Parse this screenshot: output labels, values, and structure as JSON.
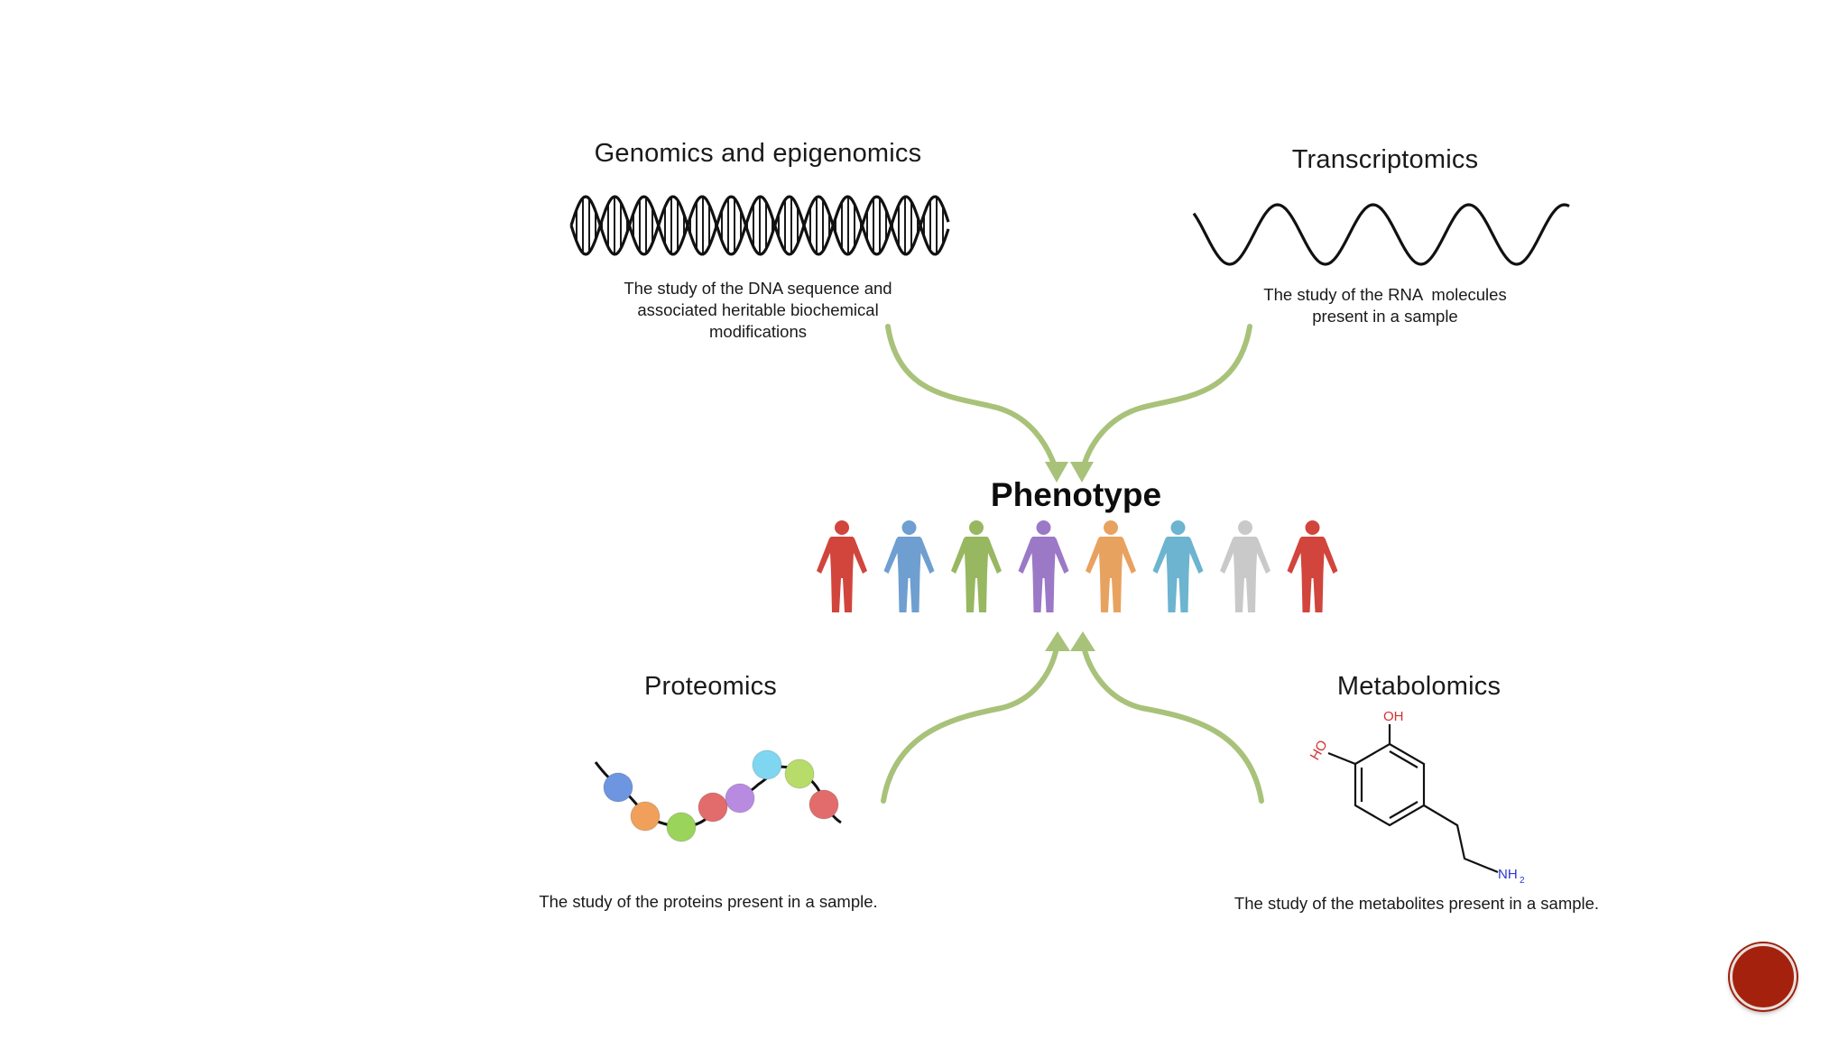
{
  "center": {
    "title": "Phenotype"
  },
  "quadrants": {
    "genomics": {
      "title": "Genomics and epigenomics",
      "description_lines": [
        "The study of the DNA sequence and",
        "associated heritable biochemical",
        "modifications"
      ]
    },
    "transcriptomics": {
      "title": "Transcriptomics",
      "description_lines": [
        "The study of the RNA  molecules",
        "present in a sample"
      ]
    },
    "proteomics": {
      "title": "Proteomics",
      "description_lines": [
        "The study of the proteins present in a sample."
      ]
    },
    "metabolomics": {
      "title": "Metabolomics",
      "description_lines": [
        "The study of the metabolites present in a sample."
      ],
      "labels": {
        "hydroxyl_top": "OH",
        "hydroxyl_left": "HO",
        "amine": "NH",
        "amine_subscript": "2"
      }
    }
  },
  "people_colors": [
    "#d1453c",
    "#6f9fd0",
    "#97b761",
    "#9b79c6",
    "#e8a25f",
    "#6cb4cf",
    "#c9c9c9",
    "#d1453c"
  ],
  "colors": {
    "arrow": "#a8c27a",
    "protein_beads": [
      "#6d95e0",
      "#f0a05a",
      "#9bd45a",
      "#e26c6c",
      "#b98be0",
      "#7fd6f0",
      "#b7dc6a",
      "#e26c6c"
    ],
    "badge": "#a4220d"
  }
}
